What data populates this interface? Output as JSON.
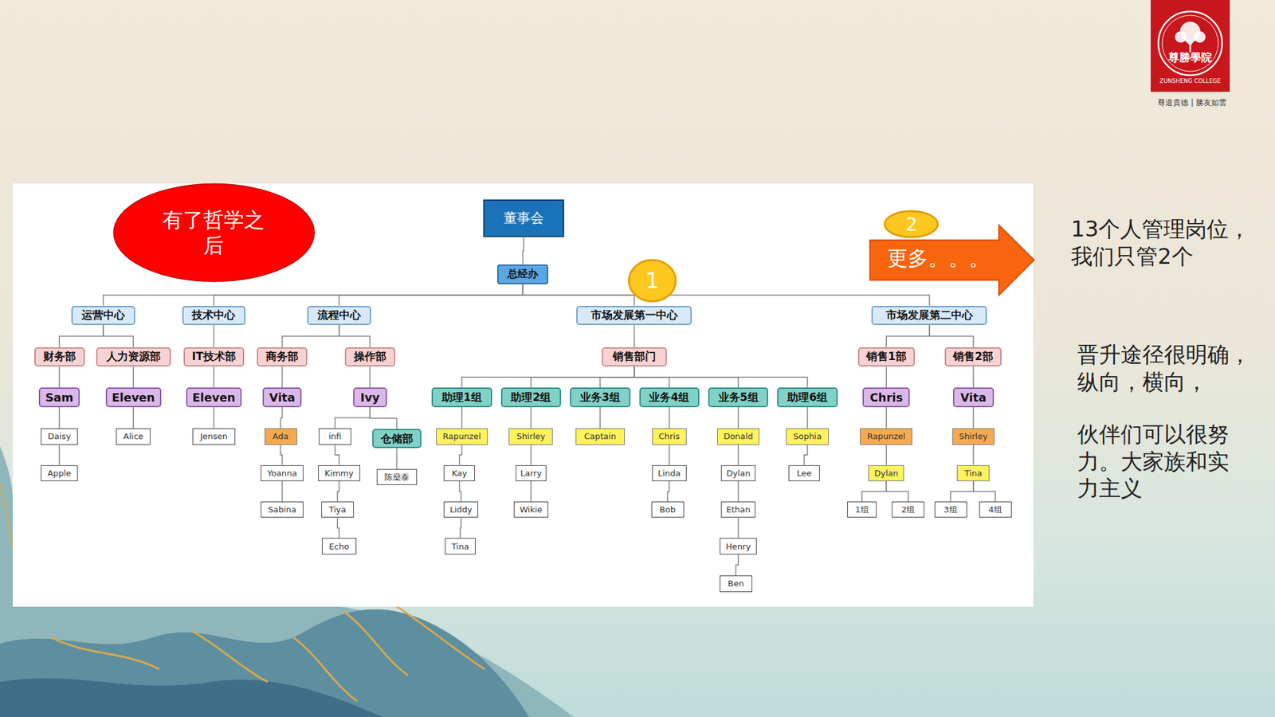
{
  "diagram": {
    "nodes": [
      {
        "text": [
          "有了哲学之后"
        ]
      },
      {
        "text": [
          "2"
        ]
      },
      {
        "text": [
          "更多。。。"
        ]
      },
      {
        "text": [
          "董事会"
        ]
      },
      {
        "text": [
          "总经办"
        ]
      },
      {
        "text": [
          "1"
        ]
      },
      {
        "text": [
          "运营中心"
        ]
      },
      {
        "text": [
          "技术中心"
        ]
      },
      {
        "text": [
          "流程中心"
        ]
      },
      {
        "text": [
          "市场发展第一中心"
        ]
      },
      {
        "text": [
          "市场发展第二中心"
        ]
      },
      {
        "text": [
          "财务部"
        ]
      },
      {
        "text": [
          "人力资源部"
        ]
      },
      {
        "text": [
          "IT技术部"
        ]
      },
      {
        "text": [
          "商务部"
        ]
      },
      {
        "text": [
          "操作部"
        ]
      },
      {
        "text": [
          "销售部门"
        ]
      },
      {
        "text": [
          "销售1部"
        ]
      },
      {
        "text": [
          "销售2部"
        ]
      },
      {
        "text": [
          "Sam"
        ]
      },
      {
        "text": [
          "Eleven"
        ]
      },
      {
        "text": [
          "Eleven"
        ]
      },
      {
        "text": [
          "Vita"
        ]
      },
      {
        "text": [
          "Ivy"
        ]
      },
      {
        "text": [
          "助理1组"
        ]
      },
      {
        "text": [
          "助理2组"
        ]
      },
      {
        "text": [
          "业务3组"
        ]
      },
      {
        "text": [
          "业务4组"
        ]
      },
      {
        "text": [
          "业务5组"
        ]
      },
      {
        "text": [
          "助理6组"
        ]
      },
      {
        "text": [
          "Chris"
        ]
      },
      {
        "text": [
          "Vita"
        ]
      },
      {
        "text": [
          "Daisy"
        ]
      },
      {
        "text": [
          "Alice"
        ]
      },
      {
        "text": [
          "Jensen"
        ]
      },
      {
        "text": [
          "Ada"
        ]
      },
      {
        "text": [
          "infi"
        ]
      },
      {
        "text": [
          "仓储部"
        ]
      },
      {
        "text": [
          "Rapunzel"
        ]
      },
      {
        "text": [
          "Shirley"
        ]
      },
      {
        "text": [
          "Captain"
        ]
      },
      {
        "text": [
          "Chris"
        ]
      },
      {
        "text": [
          "Donald"
        ]
      },
      {
        "text": [
          "Sophia"
        ]
      },
      {
        "text": [
          "Rapunzel"
        ]
      },
      {
        "text": [
          "Shirley"
        ]
      },
      {
        "text": [
          "Apple"
        ]
      },
      {
        "text": [
          "Yoanna"
        ]
      },
      {
        "text": [
          "Kimmy"
        ]
      },
      {
        "text": [
          "陈燊泰"
        ]
      },
      {
        "text": [
          "Kay"
        ]
      },
      {
        "text": [
          "Larry"
        ]
      },
      {
        "text": [
          "Linda"
        ]
      },
      {
        "text": [
          "Dylan"
        ]
      },
      {
        "text": [
          "Lee"
        ]
      },
      {
        "text": [
          "Dylan"
        ]
      },
      {
        "text": [
          "Tina"
        ]
      },
      {
        "text": [
          "Sabina"
        ]
      },
      {
        "text": [
          "Tiya"
        ]
      },
      {
        "text": [
          "Liddy"
        ]
      },
      {
        "text": [
          "Wikie"
        ]
      },
      {
        "text": [
          "Bob"
        ]
      },
      {
        "text": [
          "Ethan"
        ]
      },
      {
        "text": [
          "1组"
        ]
      },
      {
        "text": [
          "2组"
        ]
      },
      {
        "text": [
          "3组"
        ]
      },
      {
        "text": [
          "4组"
        ]
      },
      {
        "text": [
          "Echo"
        ]
      },
      {
        "text": [
          "Tina"
        ]
      },
      {
        "text": [
          "Henry"
        ]
      },
      {
        "text": [
          "Ben"
        ]
      }
    ],
    "edges": [
      {
        "from": 3,
        "to": 4,
        "arrow": "none"
      },
      {
        "from": 4,
        "to": 6,
        "arrow": "none"
      },
      {
        "from": 4,
        "to": 7,
        "arrow": "none"
      },
      {
        "from": 4,
        "to": 8,
        "arrow": "none"
      },
      {
        "from": 4,
        "to": 9,
        "arrow": "none"
      },
      {
        "from": 4,
        "to": 10,
        "arrow": "none"
      },
      {
        "from": 6,
        "to": 11,
        "arrow": "none"
      },
      {
        "from": 6,
        "to": 12,
        "arrow": "none"
      },
      {
        "from": 7,
        "to": 13,
        "arrow": "none"
      },
      {
        "from": 8,
        "to": 14,
        "arrow": "none"
      },
      {
        "from": 8,
        "to": 15,
        "arrow": "none"
      },
      {
        "from": 9,
        "to": 16,
        "arrow": "none"
      },
      {
        "from": 10,
        "to": 17,
        "arrow": "none"
      },
      {
        "from": 10,
        "to": 18,
        "arrow": "none"
      },
      {
        "from": 11,
        "to": 19,
        "arrow": "none"
      },
      {
        "from": 12,
        "to": 20,
        "arrow": "none"
      },
      {
        "from": 13,
        "to": 21,
        "arrow": "none"
      },
      {
        "from": 14,
        "to": 22,
        "arrow": "none"
      },
      {
        "from": 15,
        "to": 23,
        "arrow": "none"
      },
      {
        "from": 16,
        "to": 24,
        "arrow": "none"
      },
      {
        "from": 16,
        "to": 25,
        "arrow": "none"
      },
      {
        "from": 16,
        "to": 26,
        "arrow": "none"
      },
      {
        "from": 16,
        "to": 27,
        "arrow": "none"
      },
      {
        "from": 16,
        "to": 28,
        "arrow": "none"
      },
      {
        "from": 16,
        "to": 29,
        "arrow": "none"
      },
      {
        "from": 17,
        "to": 30,
        "arrow": "none"
      },
      {
        "from": 18,
        "to": 31,
        "arrow": "none"
      },
      {
        "from": 19,
        "to": 32,
        "arrow": "none"
      },
      {
        "from": 20,
        "to": 33,
        "arrow": "none"
      },
      {
        "from": 21,
        "to": 34,
        "arrow": "none"
      },
      {
        "from": 22,
        "to": 35,
        "arrow": "none"
      },
      {
        "from": 23,
        "to": 36,
        "arrow": "none"
      },
      {
        "from": 23,
        "to": 37,
        "arrow": "none"
      },
      {
        "from": 24,
        "to": 38,
        "arrow": "none"
      },
      {
        "from": 25,
        "to": 39,
        "arrow": "none"
      },
      {
        "from": 26,
        "to": 40,
        "arrow": "none"
      },
      {
        "from": 27,
        "to": 41,
        "arrow": "none"
      },
      {
        "from": 28,
        "to": 42,
        "arrow": "none"
      },
      {
        "from": 29,
        "to": 43,
        "arrow": "none"
      },
      {
        "from": 30,
        "to": 44,
        "arrow": "none"
      },
      {
        "from": 31,
        "to": 45,
        "arrow": "none"
      },
      {
        "from": 32,
        "to": 46,
        "arrow": "none"
      },
      {
        "from": 35,
        "to": 47,
        "arrow": "none"
      },
      {
        "from": 36,
        "to": 48,
        "arrow": "none"
      },
      {
        "from": 37,
        "to": 49,
        "arrow": "none"
      },
      {
        "from": 38,
        "to": 50,
        "arrow": "none"
      },
      {
        "from": 39,
        "to": 51,
        "arrow": "none"
      },
      {
        "from": 41,
        "to": 52,
        "arrow": "none"
      },
      {
        "from": 42,
        "to": 53,
        "arrow": "none"
      },
      {
        "from": 43,
        "to": 54,
        "arrow": "none"
      },
      {
        "from": 44,
        "to": 55,
        "arrow": "none"
      },
      {
        "from": 45,
        "to": 56,
        "arrow": "none"
      },
      {
        "from": 47,
        "to": 57,
        "arrow": "none"
      },
      {
        "from": 48,
        "to": 58,
        "arrow": "none"
      },
      {
        "from": 50,
        "to": 59,
        "arrow": "none"
      },
      {
        "from": 51,
        "to": 60,
        "arrow": "none"
      },
      {
        "from": 52,
        "to": 61,
        "arrow": "none"
      },
      {
        "from": 53,
        "to": 62,
        "arrow": "none"
      },
      {
        "from": 55,
        "to": 63,
        "arrow": "none"
      },
      {
        "from": 55,
        "to": 64,
        "arrow": "none"
      },
      {
        "from": 56,
        "to": 65,
        "arrow": "none"
      },
      {
        "from": 56,
        "to": 66,
        "arrow": "none"
      },
      {
        "from": 58,
        "to": 67,
        "arrow": "none"
      },
      {
        "from": 59,
        "to": 68,
        "arrow": "none"
      },
      {
        "from": 62,
        "to": 69,
        "arrow": "none"
      },
      {
        "from": 69,
        "to": 70,
        "arrow": "none"
      }
    ],
    "labels": [
      "13个人管理岗位，我们只管2个",
      "晋升途径很明确，纵向，横向，",
      "伙伴们可以很努力。大家族和实力主义",
      "ZUNSHENG COLLEGE",
      "尊勝學院",
      "尊道貴德 | 勝友如雲"
    ]
  }
}
